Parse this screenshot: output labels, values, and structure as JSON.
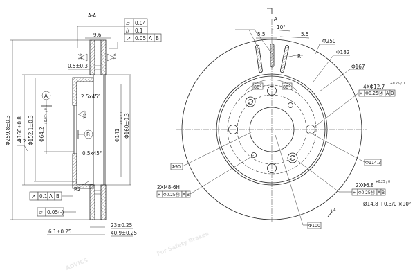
{
  "logo": {
    "brand": "ADVICS",
    "tagline": "For Safety Brakes"
  },
  "section_view": {
    "title": "A-A",
    "tolerance_frame_top": [
      {
        "symbol": "flatness",
        "value": "0.04"
      },
      {
        "symbol": "parallelism",
        "value": "0.1"
      },
      {
        "symbol": "runout",
        "value": "0.05",
        "datums": [
          "A",
          "B"
        ]
      }
    ],
    "dim_thickness_top": "9.6",
    "roughness_left": "1.6",
    "roughness_right": "1.6",
    "dim_offset": "0.5±0.3",
    "datum_a": "A",
    "datum_b": "B",
    "chamfer_1": "2.5x45°",
    "roughness_hub": "3.2",
    "chamfer_2": "0.5x45°",
    "radius": "R2",
    "dia_outer": "Φ259.8±0.3",
    "dia_160": "Φ160±0.8",
    "dia_152": "Φ152.1±0.3",
    "dia_64": "Φ64.2",
    "dia_64_tol": "+0.074 / 0",
    "dia_141": "Φ141",
    "dia_141_tol": "+0.4 / 0",
    "dia_160b": "Φ160±0.3",
    "runout_frame": {
      "value": "0.1",
      "datums": [
        "A",
        "B"
      ]
    },
    "flatness_frame": {
      "value": "0.05(-)"
    },
    "dim_23": "23±0.25",
    "dim_61": "6.1±0.25",
    "dim_409": "40.9±0.25"
  },
  "front_view": {
    "section_mark": "A",
    "angle_10": "10°",
    "slot_w_left": "5.5",
    "slot_w_right": "5.5",
    "radius": "R",
    "dia_250": "Φ250",
    "dia_182": "Φ182",
    "dia_167": "Φ167",
    "angle_left": "86°",
    "angle_right": "86°",
    "holes_127": "4XΦ12.7",
    "holes_127_tol": "+0.25 / 0",
    "holes_127_frame": {
      "value": "Φ0.25Ⓜ",
      "datums": [
        "A",
        "B"
      ]
    },
    "dia_90": "Φ90",
    "dia_1143": "Φ114.3",
    "threads": "2XM8-6H",
    "threads_frame": {
      "value": "Φ0.25Ⓜ",
      "datums": [
        "A",
        "B"
      ]
    },
    "holes_68": "2XΦ6.8",
    "holes_68_tol": "+0.25 / 0",
    "holes_68_frame": {
      "value": "Φ0.25Ⓜ",
      "datums": [
        "A",
        "B"
      ]
    },
    "countersink": "Ø14.8 +0.3/0 ×90°",
    "dia_100": "Φ100"
  }
}
